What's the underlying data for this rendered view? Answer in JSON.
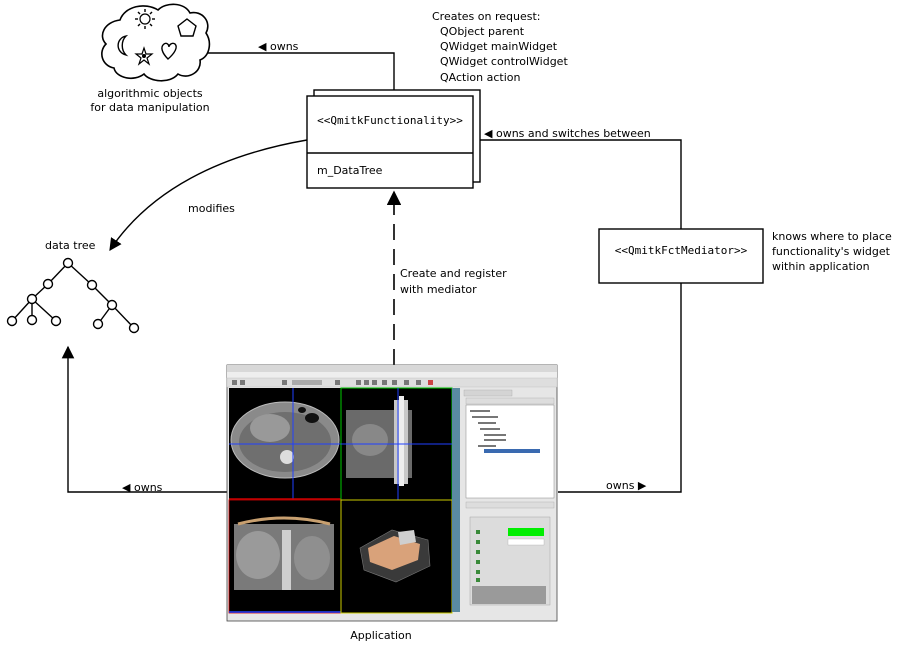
{
  "algorithmic_objects_label": [
    "algorithmic objects",
    "for data manipulation"
  ],
  "creates_on_request": {
    "title": "Creates on request:",
    "items": [
      "QObject parent",
      "QWidget mainWidget",
      "QWidget controlWidget",
      "QAction action"
    ]
  },
  "functionality_box": {
    "stereotype": "<<QmitkFunctionality>>",
    "member": "m_DataTree"
  },
  "mediator_box": {
    "stereotype": "<<QmitkFctMediator>>"
  },
  "mediator_note": [
    "knows where to place",
    "functionality's widget",
    "within application"
  ],
  "arrow_labels": {
    "owns_top": "owns",
    "owns_and_switches": "owns and switches between",
    "modifies": "modifies",
    "create_register": [
      "Create and register",
      "with mediator"
    ],
    "owns_left": "owns",
    "owns_right": "owns"
  },
  "data_tree_label": "data tree",
  "application_label": "Application",
  "colors": {
    "line": "#000000",
    "view_crosshair_blue": "#2040ff",
    "view_border_green": "#00cc00",
    "view_border_red": "#cc0000",
    "view_border_yellow": "#cccc00",
    "status_green": "#00ee00"
  }
}
